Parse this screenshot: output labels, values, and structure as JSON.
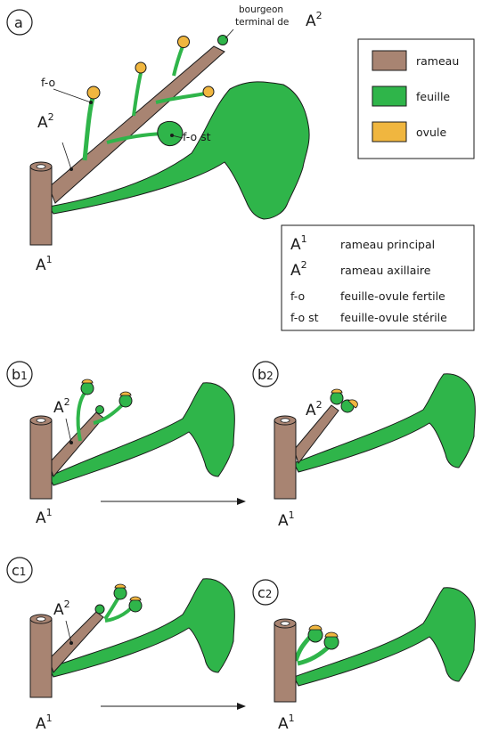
{
  "colors": {
    "rameau": "#a88472",
    "feuille": "#2fb54a",
    "ovule": "#f0b63f",
    "outline": "#1a1a1a"
  },
  "panels": {
    "a": "a",
    "b1_letter": "b",
    "b1_num": "1",
    "b2_letter": "b",
    "b2_num": "2",
    "c1_letter": "c",
    "c1_num": "1",
    "c2_letter": "c",
    "c2_num": "2"
  },
  "labels": {
    "A": "A",
    "sup1": "1",
    "sup2": "2",
    "fo": "f-o",
    "fost": "f-o st",
    "bud_line1": "bourgeon",
    "bud_line2": "terminal de"
  },
  "legend_colors": [
    {
      "label": "rameau",
      "color": "#a88472"
    },
    {
      "label": "feuille",
      "color": "#2fb54a"
    },
    {
      "label": "ovule",
      "color": "#f0b63f"
    }
  ],
  "legend_terms": [
    {
      "sym_main": "A",
      "sym_sup": "1",
      "desc": "rameau principal"
    },
    {
      "sym_main": "A",
      "sym_sup": "2",
      "desc": "rameau axillaire"
    },
    {
      "sym_main": "f-o",
      "sym_sup": "",
      "desc": "feuille-ovule  fertile"
    },
    {
      "sym_main": "f-o st",
      "sym_sup": "",
      "desc": "feuille-ovule  stérile"
    }
  ]
}
